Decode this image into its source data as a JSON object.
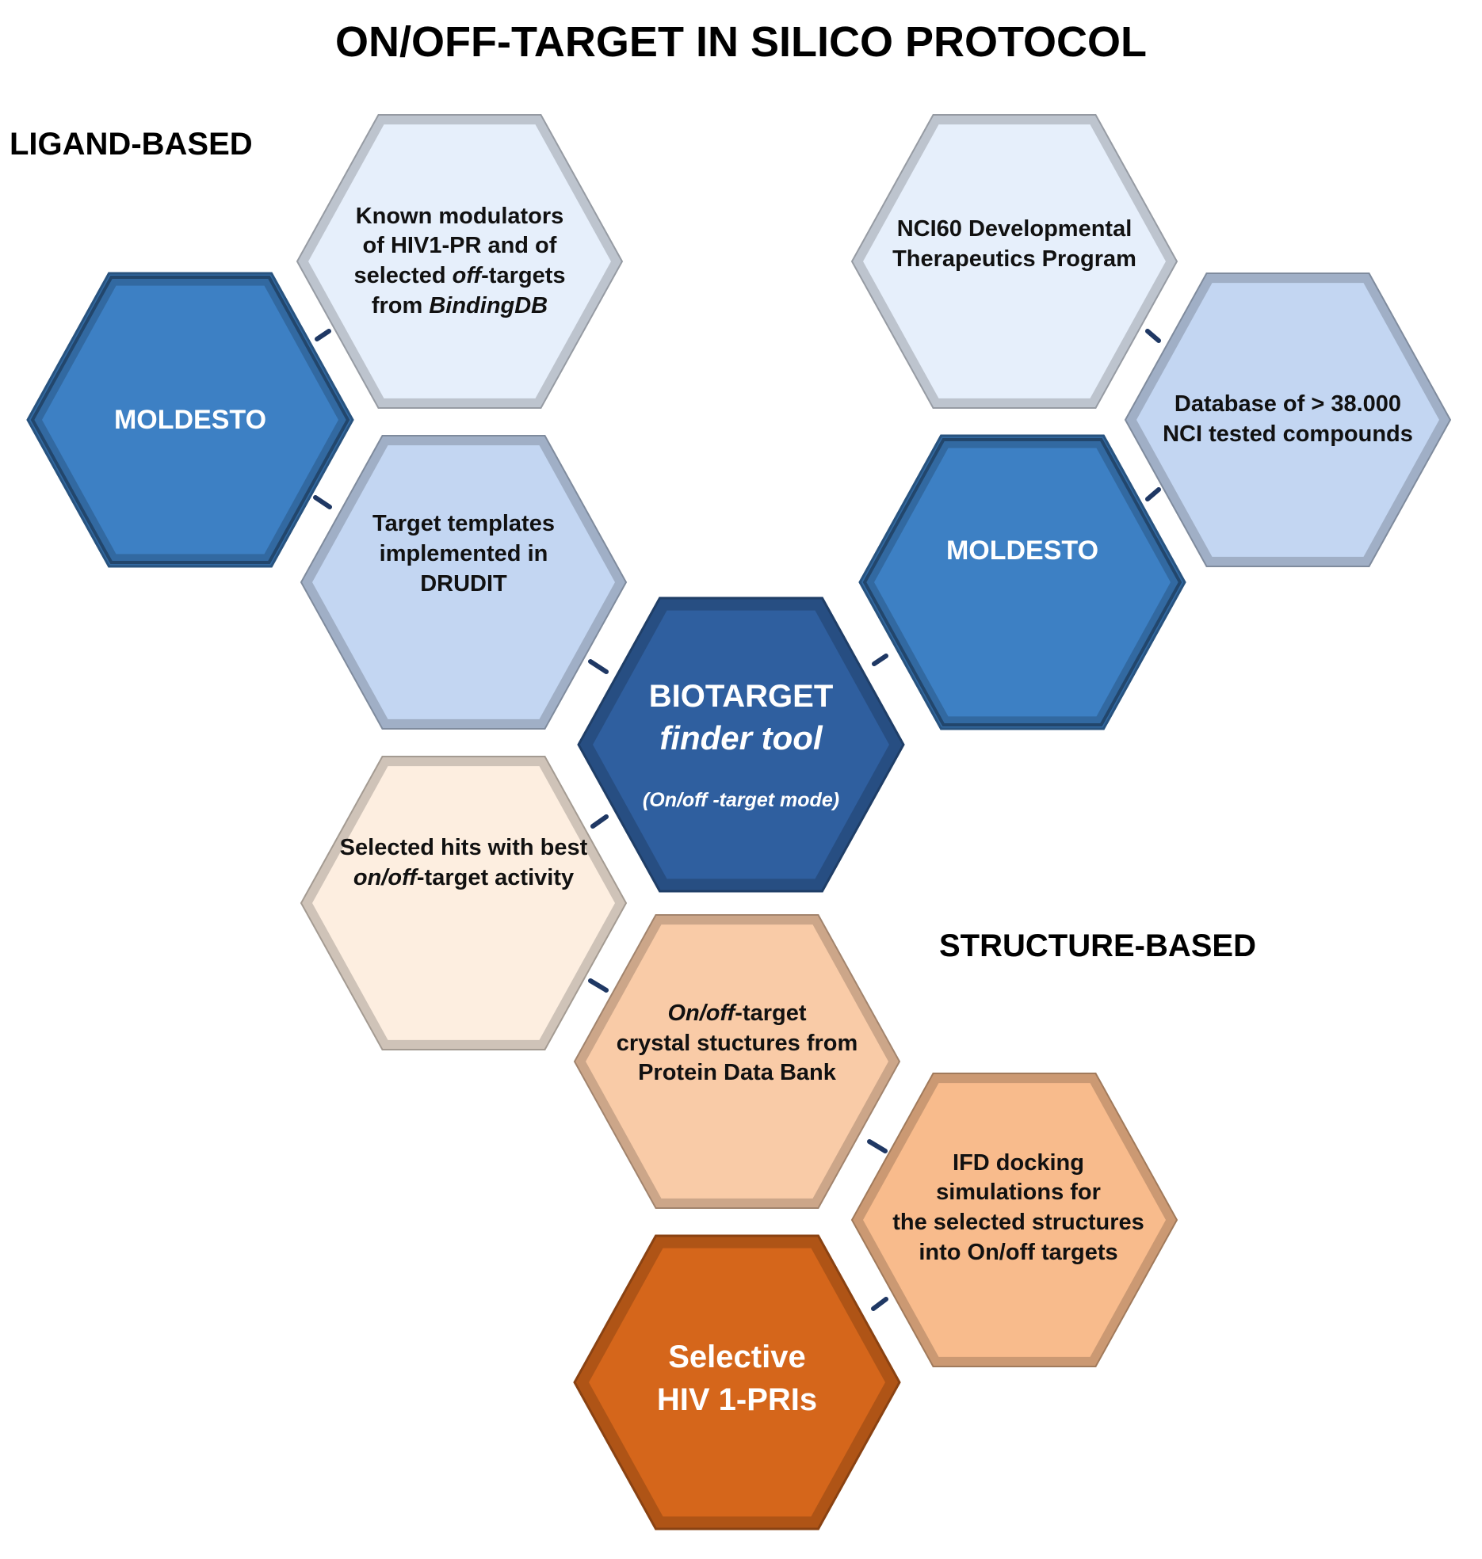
{
  "title": "ON/OFF-TARGET IN SILICO PROTOCOL",
  "section_labels": {
    "ligand": "LIGAND-BASED",
    "structure": "STRUCTURE-BASED"
  },
  "nodes": {
    "known_modulators": {
      "l1": "Known modulators",
      "l2": "of HIV1-PR and of",
      "l3a": "selected ",
      "l3b": "off",
      "l3c": "-targets",
      "l4a": "from ",
      "l4b": "BindingDB",
      "fill": "#e6effb"
    },
    "moldesto_left": {
      "text": "MOLDESTO",
      "fill": "#3d80c4"
    },
    "target_templates": {
      "l1": "Target templates",
      "l2": "implemented in",
      "l3": "DRUDIT",
      "fill": "#c3d6f2"
    },
    "nci60": {
      "l1": "NCI60 Developmental",
      "l2": "Therapeutics Program",
      "fill": "#e6effb"
    },
    "nci_database": {
      "l1": "Database of > 38.000",
      "l2": "NCI tested compounds",
      "fill": "#c3d6f2"
    },
    "moldesto_right": {
      "text": "MOLDESTO",
      "fill": "#3d80c4"
    },
    "biotarget": {
      "l1": "BIOTARGET",
      "l2": "finder tool",
      "l3": "(On/off -target mode)",
      "fill": "#2f5f9f"
    },
    "selected_hits": {
      "l1": "Selected hits with best",
      "l2a": "on/off",
      "l2b": "-target activity",
      "fill": "#fdeee0"
    },
    "crystal_structures": {
      "l1a": "On/off",
      "l1b": "-target",
      "l2": "crystal stuctures from",
      "l3": "Protein Data Bank",
      "fill": "#f9cba7"
    },
    "ifd_docking": {
      "l1": "IFD docking",
      "l2": "simulations for",
      "l3": "the selected structures",
      "l4": "into On/off targets",
      "fill": "#f8bb8c"
    },
    "selective_pris": {
      "l1": "Selective",
      "l2": "HIV 1-PRIs",
      "fill": "#d5661b"
    }
  },
  "connector_color": "#1f3864"
}
